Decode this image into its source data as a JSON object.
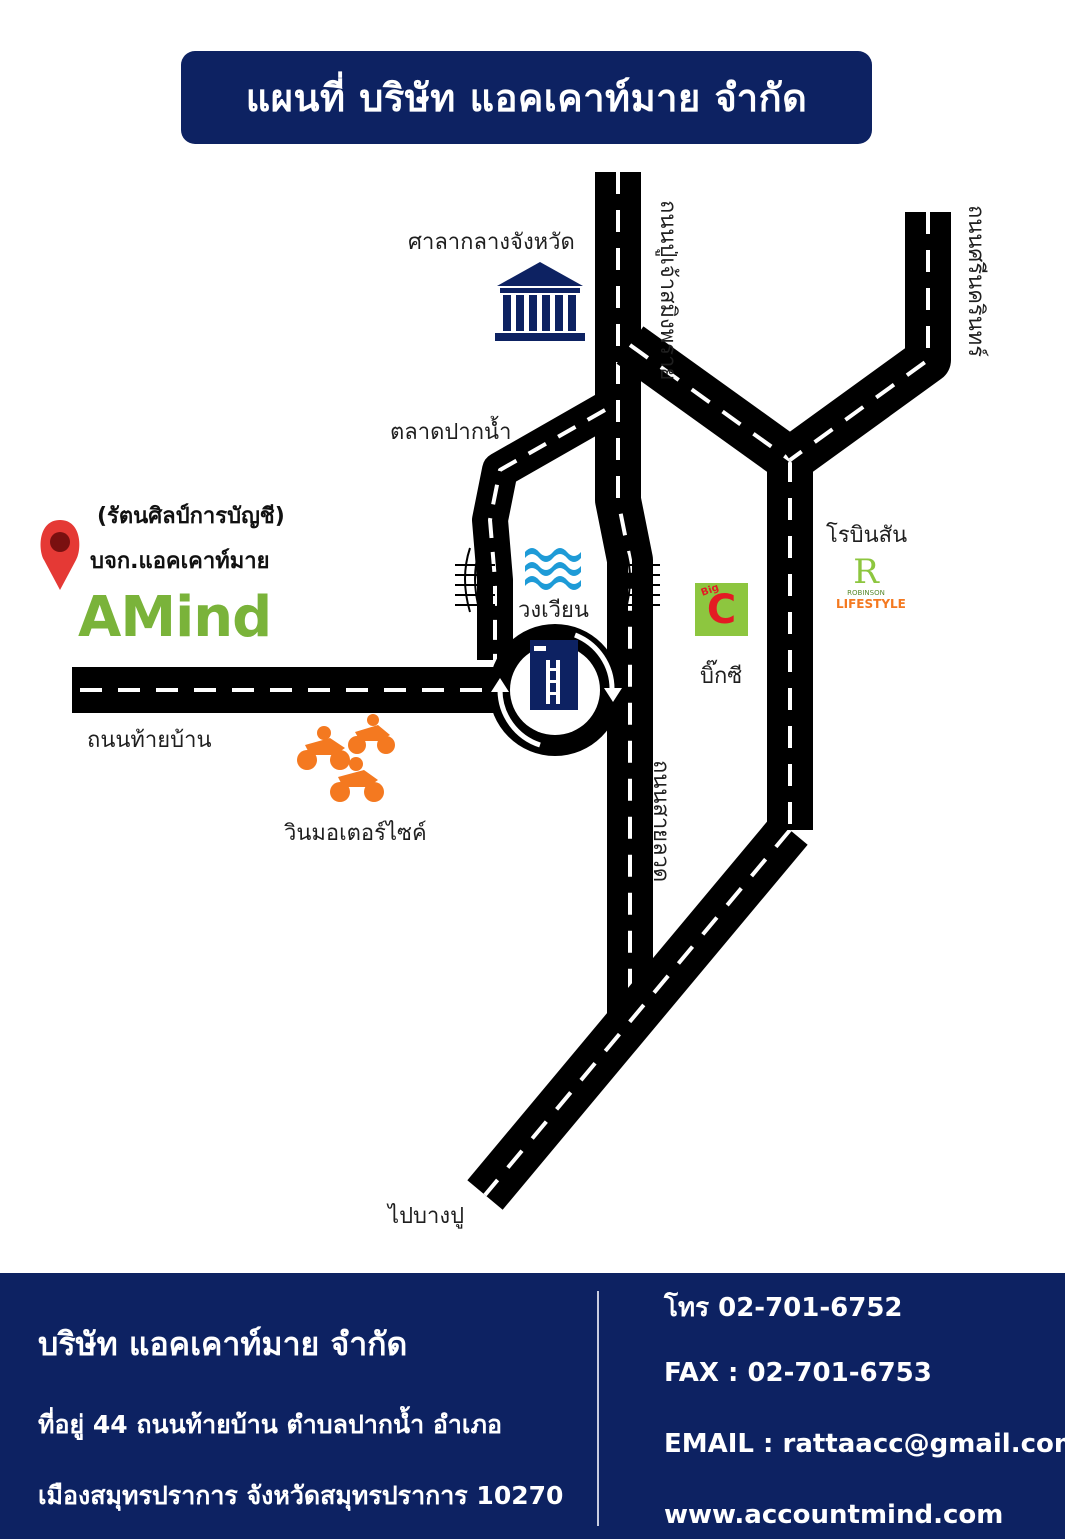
{
  "title": "แผนที่ บริษัท แอคเคาท์มาย จำกัด",
  "landmarks": {
    "city_hall": "ศาลากลางจังหวัด",
    "market": "ตลาดปากน้ำ",
    "roundabout": "วงเวียน",
    "big_c": "บิ๊กซี",
    "robinson": "โรบินสัน",
    "motorcycle_taxi": "วินมอเตอร์ไซค์",
    "to_bangpu": "ไปบางปู"
  },
  "roads": {
    "thai_ban": "ถนนท้ายบ้าน",
    "pu_chao": "ถนนปู่เจ้าสมิงพราย",
    "sukhumvit": "ถนนสายลวด",
    "srinakarin": "ถนนศรีนครินทร์"
  },
  "company_marker": {
    "line1": "(รัตนศิลป์การบัญชี)",
    "line2": "บจก.แอคเคาท์มาย",
    "logo_text": "AMind"
  },
  "logos": {
    "big_c_small": "Big",
    "big_c_letter": "C",
    "robinson_letter": "R",
    "robinson_sub": "ROBINSON",
    "robinson_life": "LIFESTYLE"
  },
  "footer": {
    "company": "บริษัท แอคเคาท์มาย  จำกัด",
    "address1": "ที่อยู่   44 ถนนท้ายบ้าน  ตำบลปากน้ำ  อำเภอ",
    "address2": "เมืองสมุทรปราการ  จังหวัดสมุทรปราการ 10270",
    "phone": "โทร 02-701-6752",
    "fax": "FAX : 02-701-6753",
    "email": "EMAIL :  rattaacc@gmail.com",
    "website": "www.accountmind.com"
  },
  "colors": {
    "navy": "#0d2262",
    "road": "#000000",
    "accent_orange": "#f47920",
    "water_blue": "#1e9bd7",
    "logo_green": "#7ab33a",
    "pin_red": "#e53935"
  },
  "icons": [
    "building-icon",
    "waves-icon",
    "roundabout-arrows-icon",
    "tower-icon",
    "location-pin-icon",
    "motorcycle-icon",
    "big-c-logo",
    "robinson-logo"
  ]
}
